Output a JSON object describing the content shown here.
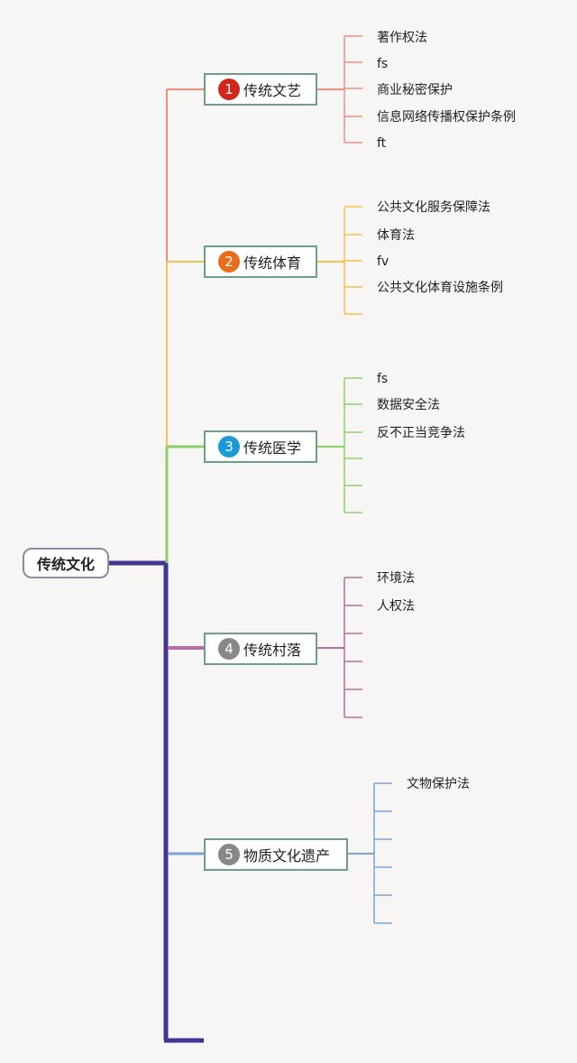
{
  "root": {
    "label": "传统文化"
  },
  "branches": [
    {
      "num": "1",
      "label": "传统文艺",
      "color": "#ef8f82",
      "badge_color": "#d2261c",
      "leaves": [
        "著作权法",
        "fs",
        "商业秘密保护",
        "信息网络传播权保护条例",
        "ft"
      ]
    },
    {
      "num": "2",
      "label": "传统体育",
      "color": "#f6c14f",
      "badge_color": "#e86d1c",
      "leaves": [
        "公共文化服务保障法",
        "体育法",
        "fv",
        "公共文化体育设施条例",
        ""
      ]
    },
    {
      "num": "3",
      "label": "传统医学",
      "color": "#8fcf6b",
      "badge_color": "#1c9ad6",
      "leaves": [
        "fs",
        "数据安全法",
        "反不正当竞争法",
        "",
        "",
        ""
      ]
    },
    {
      "num": "4",
      "label": "传统村落",
      "color": "#b46fa6",
      "badge_color": "#888888",
      "leaves": [
        "环境法",
        "人权法",
        "",
        "",
        "",
        ""
      ]
    },
    {
      "num": "5",
      "label": "物质文化遗产",
      "color": "#7aa4d8",
      "badge_color": "#888888",
      "leaves": [
        "文物保护法",
        "",
        "",
        "",
        "",
        ""
      ]
    }
  ],
  "colors": {
    "trunk": "#3f3693",
    "node_border": "#6f9e88"
  }
}
